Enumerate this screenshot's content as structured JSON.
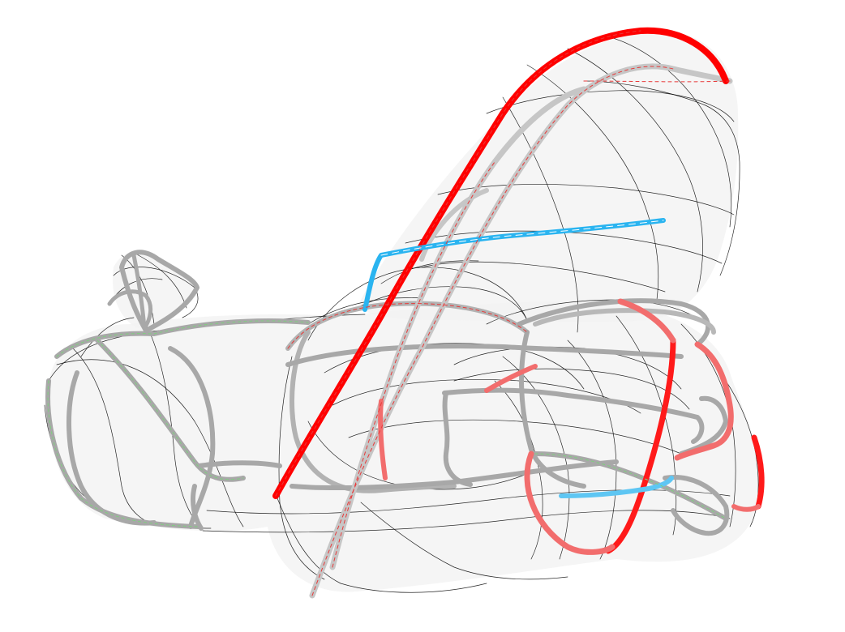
{
  "figure": {
    "subject": "3d-sketch-with-overlaid-stroke-curves",
    "colors": {
      "background": "#ffffff",
      "surface_fill": "#f2f2f2",
      "gray_stroke": "#a8a8a8",
      "light_gray_stroke": "#c6c6c6",
      "thin_line": "#000000",
      "red": "#ff0000",
      "pink_red": "#f26d6d",
      "blue": "#2ab4f0",
      "dash_red": "#e83a3a",
      "dash_green": "#7fcf7f",
      "dash_white": "#ffffff"
    },
    "stroke_groups": [
      "surface-shading",
      "thin-construction-lines",
      "gray-outline-strokes",
      "red-highlight-strokes",
      "blue-highlight-strokes",
      "dashed-guide-lines"
    ]
  }
}
